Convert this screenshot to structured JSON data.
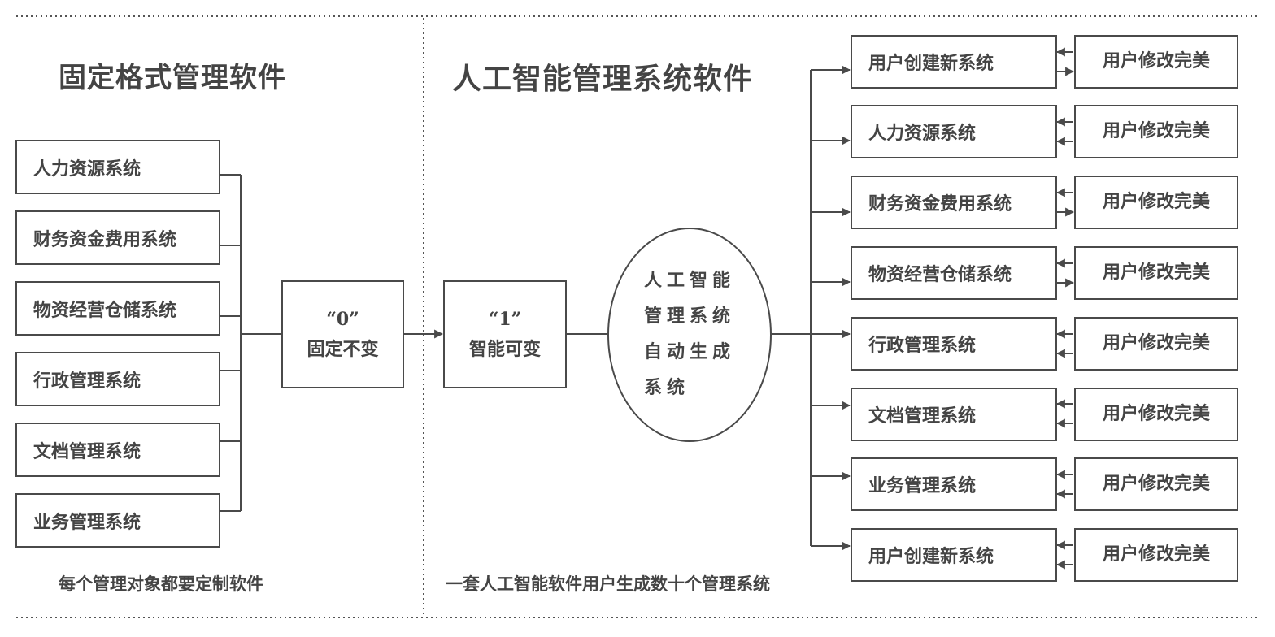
{
  "left_panel": {
    "title": "固定格式管理软件",
    "systems": [
      "人力资源系统",
      "财务资金费用系统",
      "物资经营仓储系统",
      "行政管理系统",
      "文档管理系统",
      "业务管理系统"
    ],
    "state_box": {
      "number": "“0”",
      "label": "固定不变"
    },
    "caption": "每个管理对象都要定制软件"
  },
  "right_panel": {
    "title": "人工智能管理系统软件",
    "state_box": {
      "number": "“1”",
      "label": "智能可变"
    },
    "generator_lines": [
      "人工智能",
      "管理系统",
      "自动生成",
      "系统"
    ],
    "generated_systems": [
      "用户创建新系统",
      "人力资源系统",
      "财务资金费用系统",
      "物资经营仓储系统",
      "行政管理系统",
      "文档管理系统",
      "业务管理系统",
      "用户创建新系统"
    ],
    "user_action": "用户修改完美",
    "caption": "一套人工智能软件用户生成数十个管理系统"
  }
}
